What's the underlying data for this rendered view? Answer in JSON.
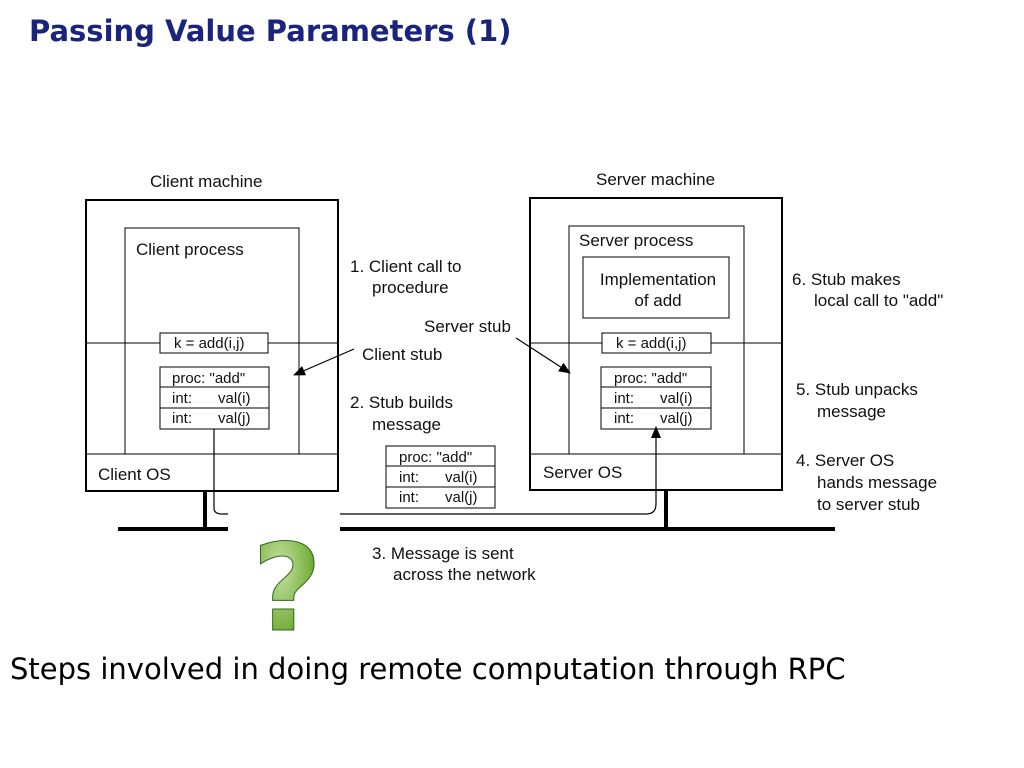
{
  "slide": {
    "title": "Passing Value Parameters (1)",
    "caption": "Steps involved in doing remote computation through RPC"
  },
  "diagram": {
    "client_machine": "Client machine",
    "server_machine": "Server machine",
    "client_process": "Client process",
    "server_process": "Server process",
    "implementation": [
      "Implementation",
      "of add"
    ],
    "client_call": "k = add(i,j)",
    "server_call": "k = add(i,j)",
    "client_os": "Client OS",
    "server_os": "Server OS",
    "client_stub": "Client stub",
    "server_stub": "Server stub",
    "message": {
      "proc": "proc: \"add\"",
      "rows": [
        {
          "type": "int:",
          "value": "val(i)"
        },
        {
          "type": "int:",
          "value": "val(j)"
        }
      ]
    },
    "steps": {
      "step1": [
        "1. Client call to",
        "procedure"
      ],
      "step2": [
        "2. Stub builds",
        "message"
      ],
      "step3": [
        "3. Message is sent",
        "across the network"
      ],
      "step4": [
        "4. Server OS",
        "hands message",
        "to server stub"
      ],
      "step5": [
        "5. Stub unpacks",
        "message"
      ],
      "step6": [
        "6. Stub makes",
        "local call to \"add\""
      ]
    },
    "question_mark": "?",
    "colors": {
      "title": "#1a237e",
      "question_mark": "#7cb342"
    }
  }
}
